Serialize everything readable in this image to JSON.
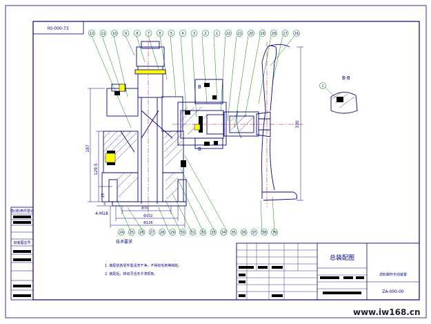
{
  "drawing": {
    "code_box": "00-000-73",
    "section_label": "B-B",
    "section_callout": "1",
    "part_balloons_top": [
      "12",
      "11",
      "10",
      "9",
      "8",
      "7",
      "6",
      "5",
      "4",
      "3",
      "2",
      "1",
      "22",
      "21",
      "20",
      "19",
      "18",
      "17",
      "16"
    ],
    "part_balloons_bottom": [
      "24",
      "25",
      "26",
      "27",
      "28",
      "29",
      "30",
      "31",
      "32",
      "33",
      "34",
      "35",
      "36",
      "37",
      "38",
      "39"
    ],
    "section_marker_top": "B",
    "section_marker_bottom": "B",
    "dimensions": {
      "height_left": "187",
      "height_mid": "129.5",
      "offset_15": "15",
      "offset_3": "3",
      "holes": "4-M18",
      "dia_inner": "Φ70",
      "dia_mid": "Φ102",
      "dia_outer": "Φ126",
      "handwheel_height": "330"
    },
    "technical_requirements": {
      "heading": "技术要求",
      "items": [
        "1. 装配前各零件需清洗干净，不得有毛刺等缺陷。",
        "2. 装配后，转动灵活无卡滞现象。"
      ]
    },
    "title_block": {
      "title": "总装配图",
      "subtitle": "涡轮蜗杆手动装置",
      "drawing_number": "ZA-000-00"
    },
    "left_strip": {
      "label_a": "借(通)用件登记",
      "label_b": "旧底图总号"
    }
  },
  "watermark": {
    "text": "www.iw168.cn"
  },
  "colors": {
    "line": "#000080",
    "leader": "#008000",
    "centerline": "#cc0000",
    "background": "#ffffff"
  }
}
